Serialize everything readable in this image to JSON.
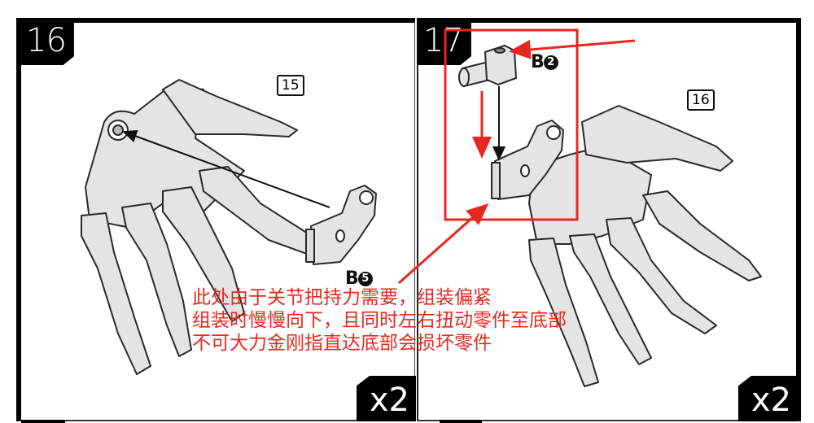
{
  "steps": [
    {
      "number": "16",
      "quantity": "x2",
      "reference_step": "15",
      "part": {
        "letter": "B",
        "number": "5"
      }
    },
    {
      "number": "17",
      "quantity": "x2",
      "reference_step": "16",
      "part": {
        "letter": "B",
        "number": "2"
      }
    }
  ],
  "annotation": {
    "color": "#e8271f",
    "lines": [
      "此处由于关节把持力需要，组装偏紧",
      "组装时慢慢向下，且同时左右扭动零件至底部",
      "不可大力金刚指直达底部会损坏零件"
    ]
  },
  "icons": {
    "left_drawing": "robot-hand-illustration",
    "right_drawing": "robot-hand-illustration",
    "part_b5": "wrist-joint-part",
    "part_b2": "peg-joint-part"
  }
}
